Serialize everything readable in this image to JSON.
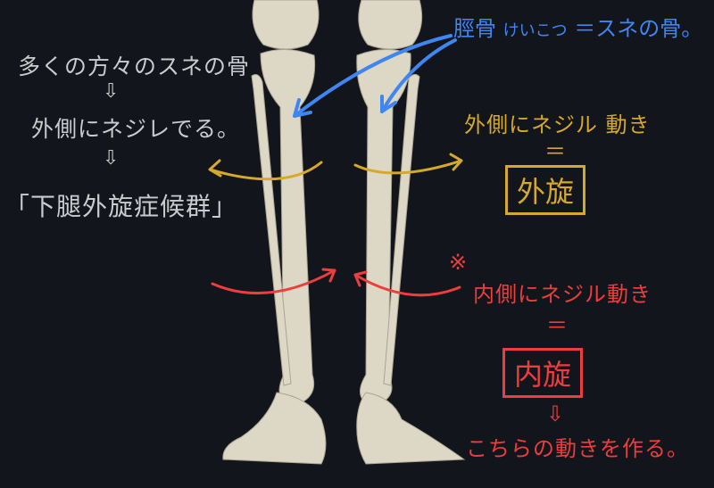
{
  "colors": {
    "background": "#12151c",
    "bone": "#ddd8c6",
    "gray": "#c9cbcd",
    "blue": "#3f86f2",
    "yellow": "#d6a92a",
    "red": "#ee3d3d"
  },
  "tibia_note": {
    "term": "脛骨",
    "reading": "けいこつ",
    "definition": "＝スネの骨。"
  },
  "left_notes": {
    "line1": "多くの方々のスネの骨",
    "arrow1": "⇩",
    "line2": "外側にネジレでる。",
    "arrow2": "⇩",
    "line3": "「下腿外旋症候群」"
  },
  "external": {
    "caption": "外側にネジル 動き",
    "equals": "＝",
    "term": "外旋"
  },
  "internal": {
    "mark": "※",
    "caption": "内側にネジル動き",
    "equals": "＝",
    "term": "内旋",
    "arrow": "⇩",
    "note": "こちらの動きを作る。"
  }
}
